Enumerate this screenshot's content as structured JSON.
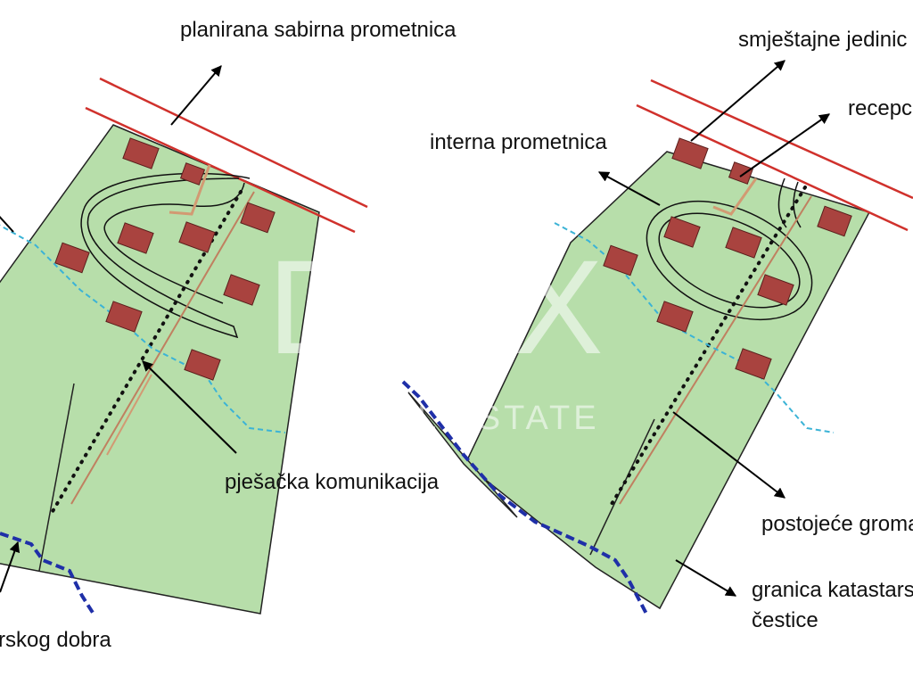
{
  "labels": {
    "planned_road": "planirana sabirna prometnica",
    "accommodation": "smještajne jedinic",
    "reception": "recepc",
    "internal_road": "interna prometnica",
    "pedestrian": "pješačka komunikacija",
    "stone_wall": "postojeće groma",
    "parcel_line1": "granica katastars",
    "parcel_line2": "čestice",
    "maritime": "rskog dobra"
  },
  "watermark": {
    "brand": "DUX",
    "sub": "REAL ESTATE"
  },
  "colors": {
    "parcel_fill": "#b7deaa",
    "unit_fill": "#a9433f",
    "road_red": "#d0312c",
    "coast_blue": "#1f2fa8",
    "contour_cyan": "#3bb3d6",
    "path_orange": "#d29a73"
  }
}
